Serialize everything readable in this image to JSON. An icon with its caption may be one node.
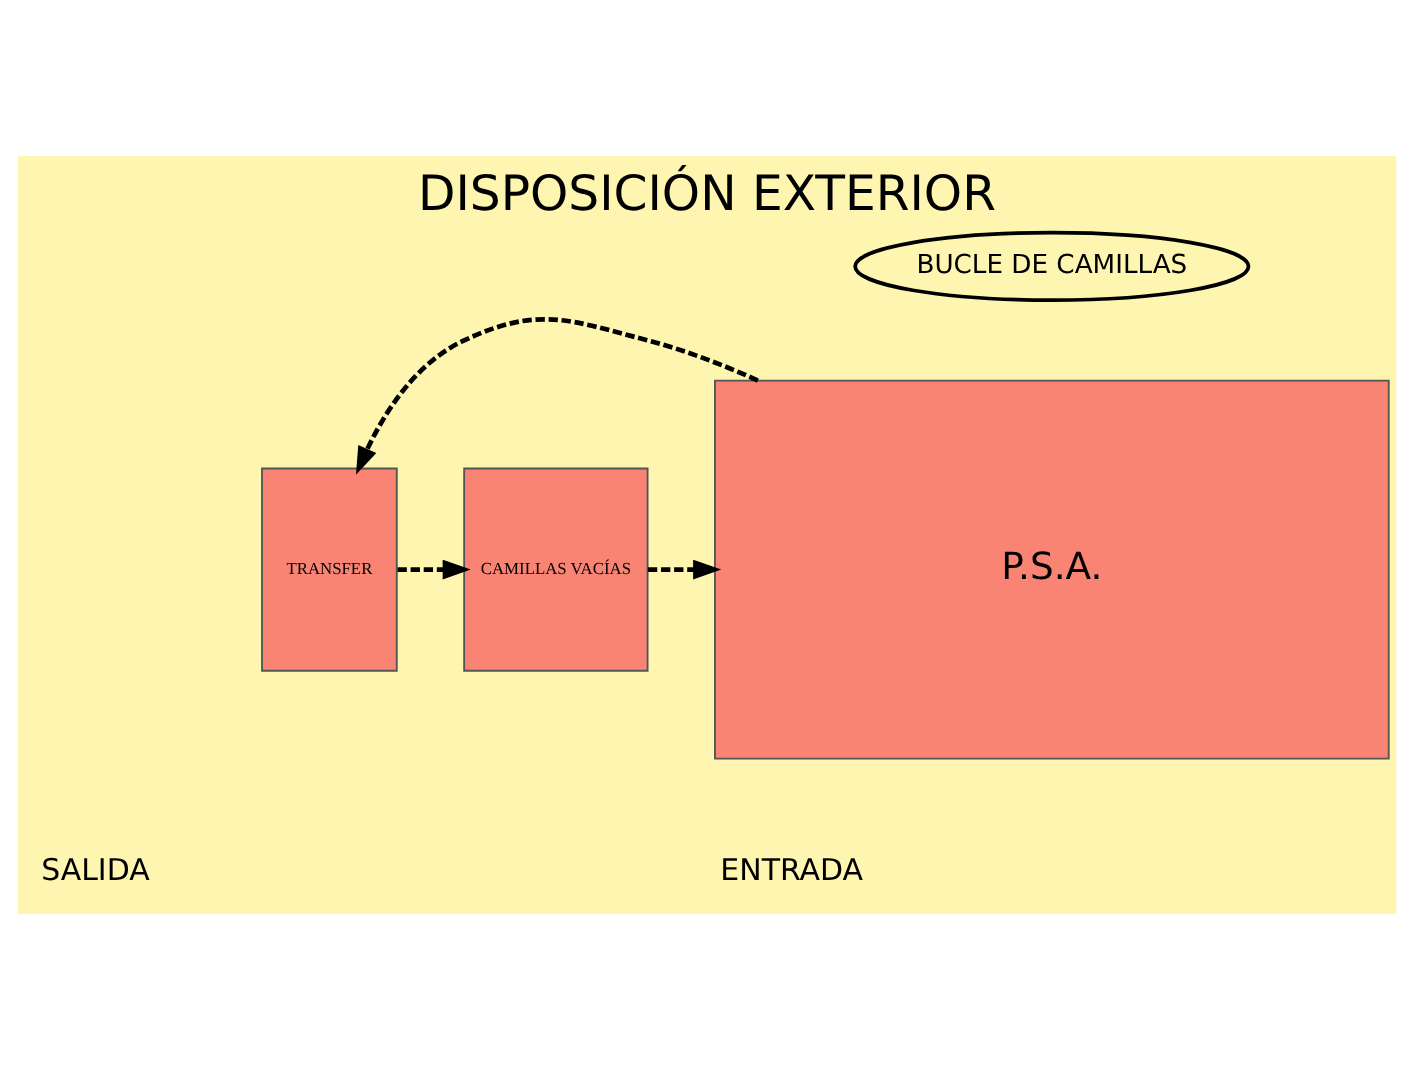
{
  "diagram": {
    "title": "DISPOSICIÓN EXTERIOR",
    "nodes": [
      {
        "text": [
          "TRANSFER"
        ]
      },
      {
        "text": [
          "P.S.A."
        ]
      },
      {
        "text": [
          "CAMILLAS VACÍAS"
        ]
      },
      {
        "text": [
          "BUCLE DE CAMILLAS"
        ]
      }
    ],
    "edges": [
      {
        "from": 0,
        "to": 2,
        "arrow": "to",
        "style": "dashed"
      },
      {
        "from": 2,
        "to": 1,
        "arrow": "to",
        "style": "dashed"
      },
      {
        "from": 1,
        "to": 0,
        "arrow": "to",
        "style": "dashed"
      }
    ],
    "labels": [
      "SALIDA",
      "ENTRADA"
    ]
  }
}
